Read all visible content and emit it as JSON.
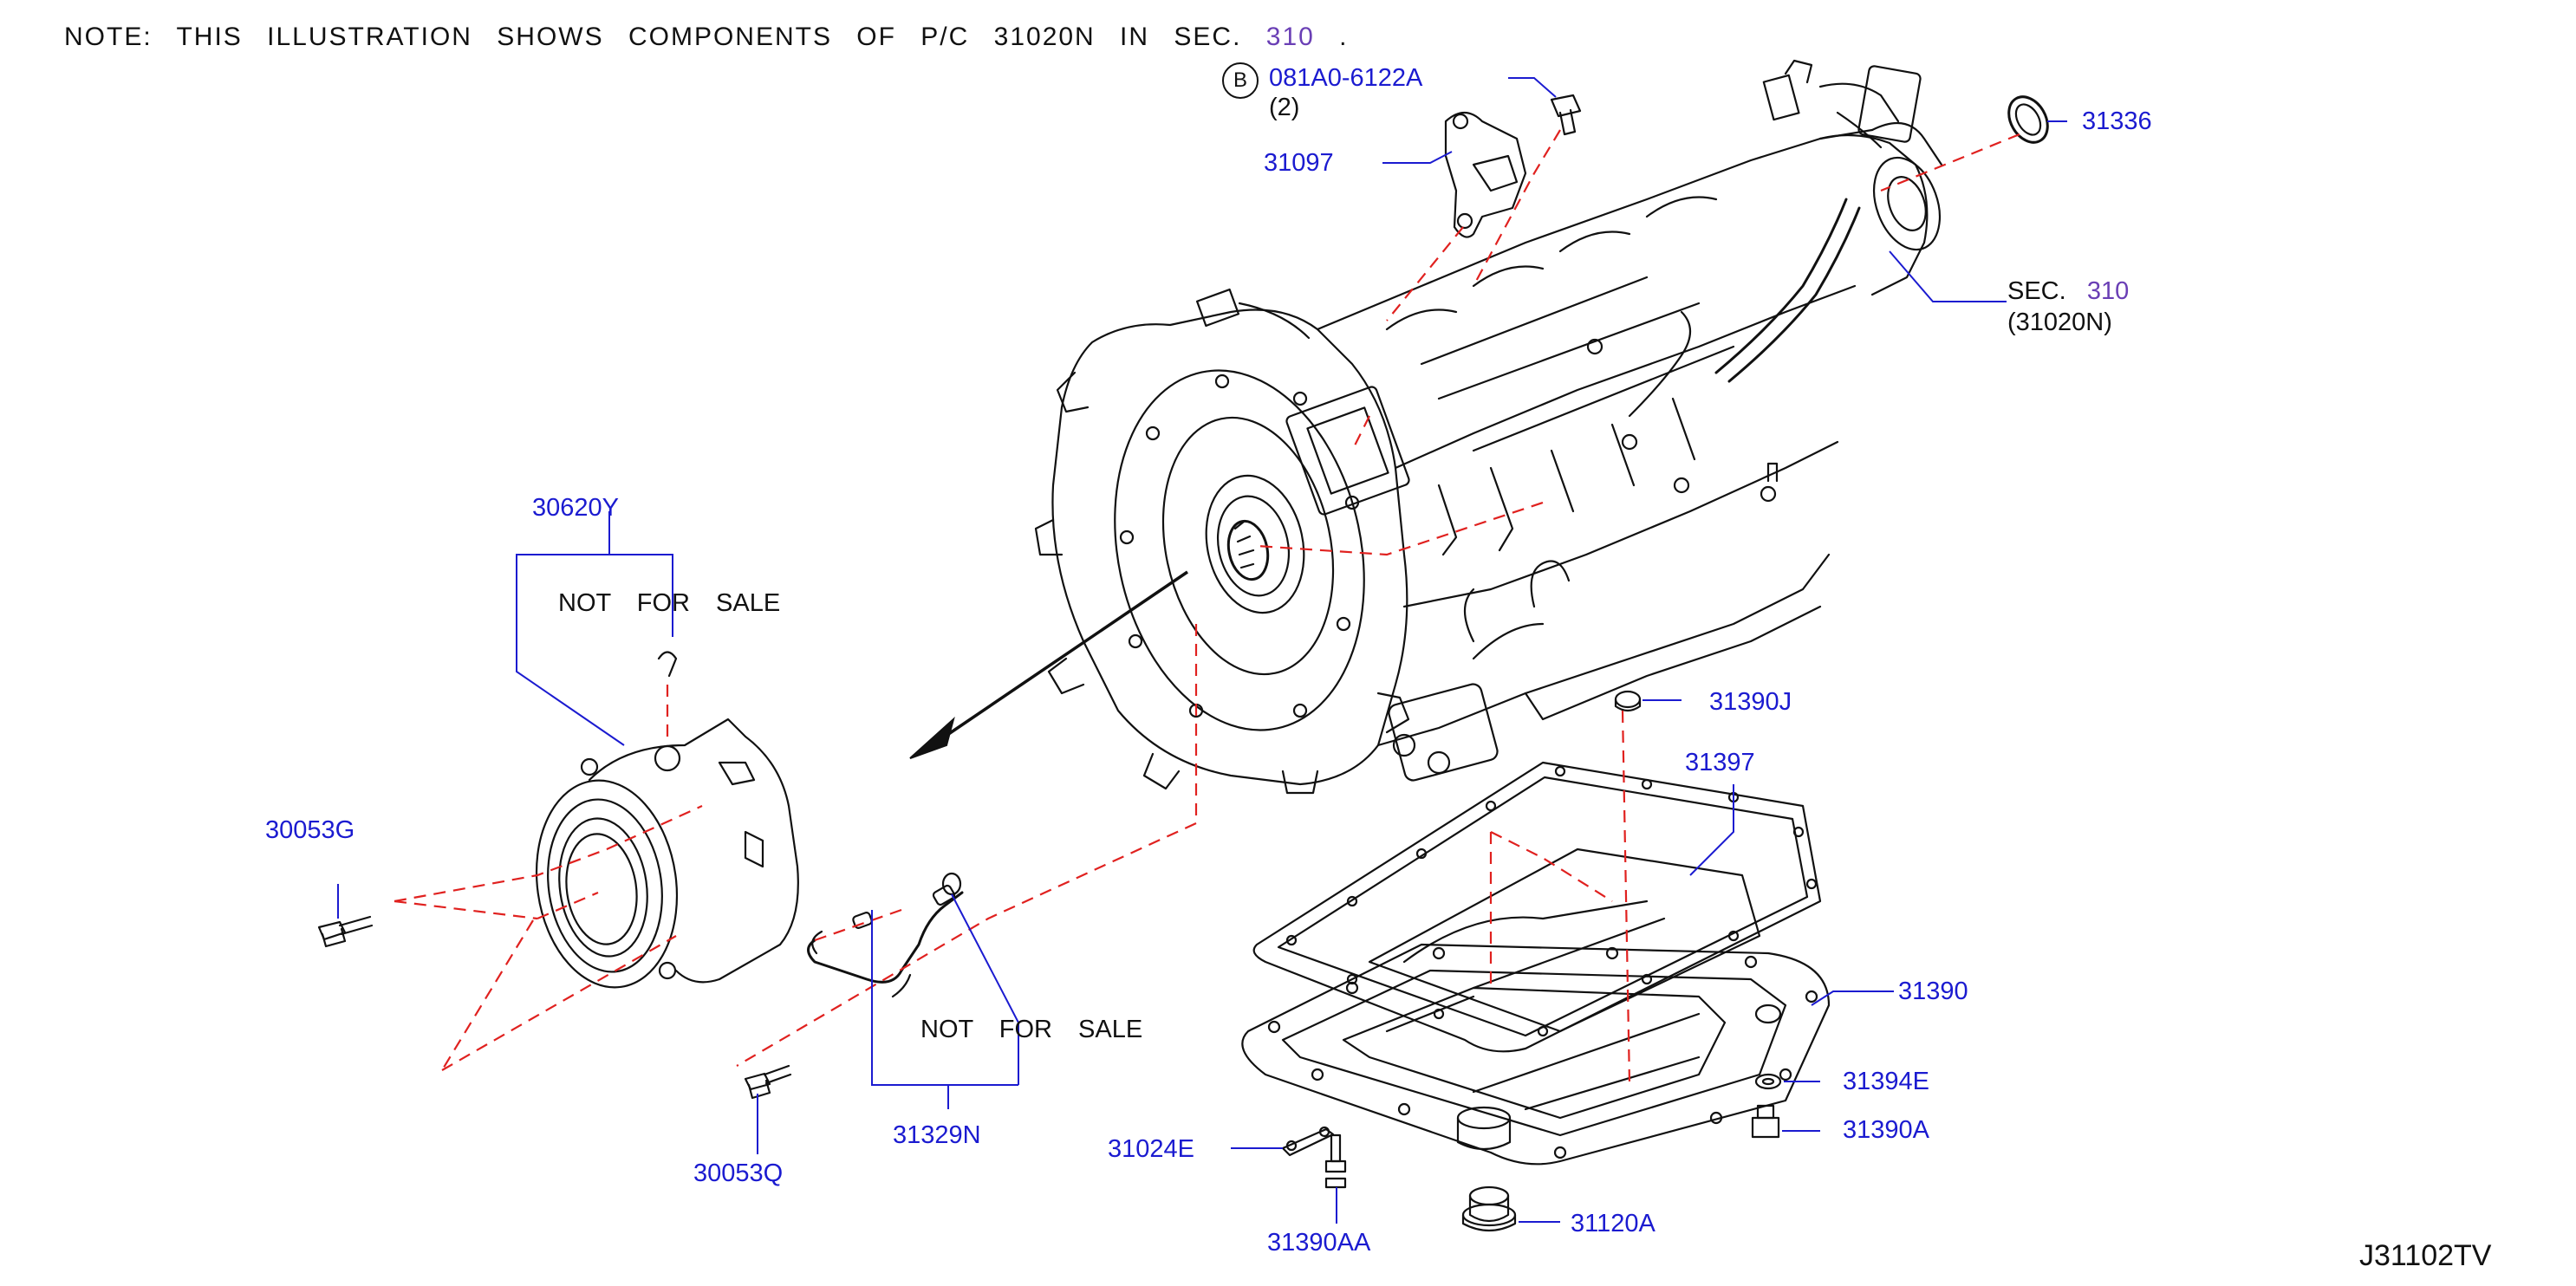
{
  "note": {
    "text": "NOTE: THIS ILLUSTRATION SHOWS COMPONENTS OF P/C 31020N IN SEC.",
    "sec_ref": "310",
    "dot": "."
  },
  "callouts": {
    "bolt_marker": "B",
    "bolt_part": "081A0-6122A",
    "bolt_qty": "(2)",
    "p31097": "31097",
    "p31336": "31336",
    "sec_label": "SEC.",
    "sec_num": "310",
    "sec_pc": "(31020N)",
    "p30620Y": "30620Y",
    "nfs1": "NOT FOR SALE",
    "p30053G": "30053G",
    "p31390J": "31390J",
    "p31397": "31397",
    "p31390": "31390",
    "nfs2": "NOT FOR SALE",
    "p31329N": "31329N",
    "p30053Q": "30053Q",
    "p31394E": "31394E",
    "p31390A": "31390A",
    "p31024E": "31024E",
    "p31120A": "31120A",
    "p31390AA": "31390AA"
  },
  "figure_id": "J31102TV",
  "colors": {
    "part_number": "#1b1bd0",
    "section_ref": "#6a3fb5",
    "leader": "#1b1bd0",
    "dashed": "#e0211f",
    "line_art": "#111111"
  }
}
